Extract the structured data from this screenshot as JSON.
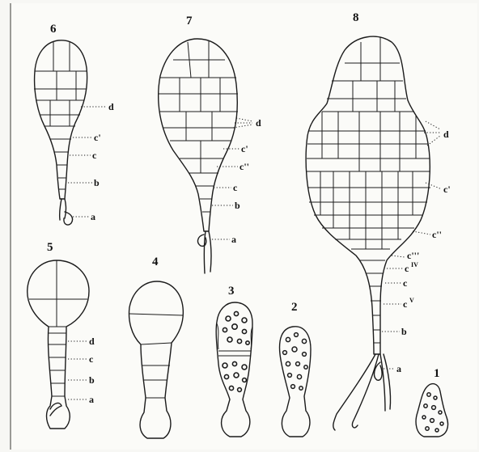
{
  "figures": {
    "fig1": {
      "number": "1"
    },
    "fig2": {
      "number": "2"
    },
    "fig3": {
      "number": "3"
    },
    "fig4": {
      "number": "4"
    },
    "fig5": {
      "number": "5",
      "labels": [
        "d",
        "c",
        "b",
        "a"
      ]
    },
    "fig6": {
      "number": "6",
      "labels": [
        "d",
        "c'",
        "c",
        "b",
        "a"
      ]
    },
    "fig7": {
      "number": "7",
      "labels": [
        "d",
        "c'",
        "c''",
        "c",
        "b",
        "a"
      ]
    },
    "fig8": {
      "number": "8",
      "labels": [
        "d",
        "c'",
        "c''",
        "c'''",
        "c",
        "c",
        "c",
        "b",
        "a"
      ],
      "superscripts": [
        "IV",
        "V"
      ]
    }
  }
}
